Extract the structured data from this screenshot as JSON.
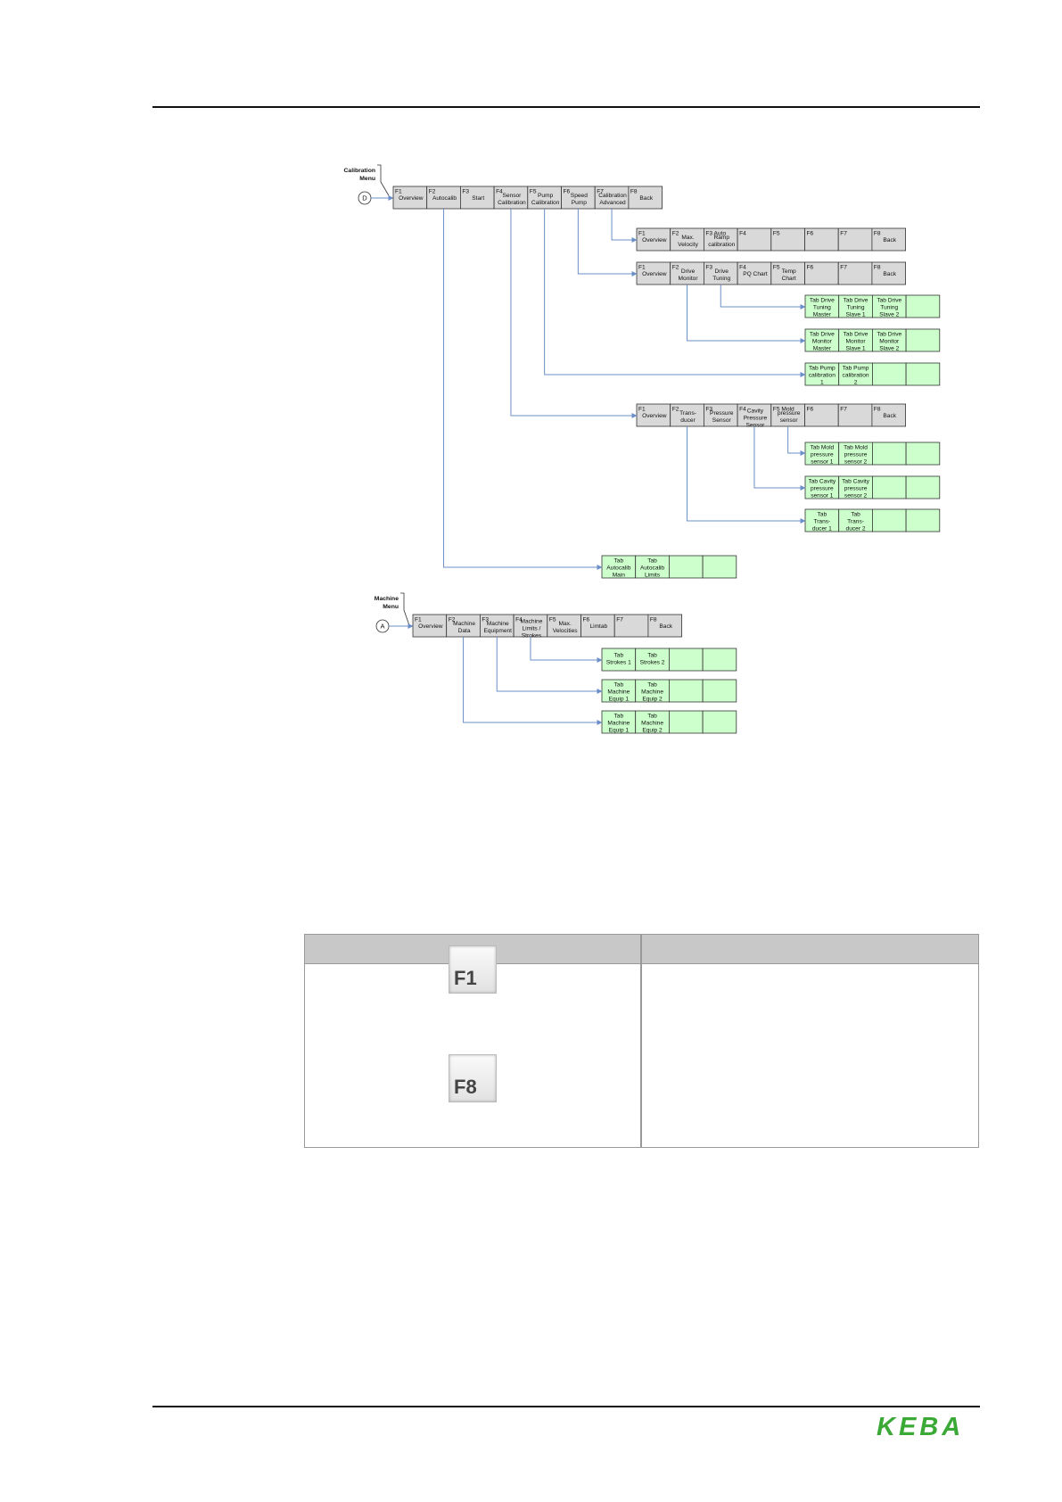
{
  "calibration": {
    "label": [
      "Calibration",
      "Menu"
    ],
    "connector": "D",
    "main": [
      [
        "F1",
        "Overview"
      ],
      [
        "F2",
        "Autocalib"
      ],
      [
        "F3",
        "Start"
      ],
      [
        "F4",
        "Sensor",
        "Calibration"
      ],
      [
        "F5",
        "Pump",
        "Calibration"
      ],
      [
        "F6",
        "Speed",
        "Pump"
      ],
      [
        "F7",
        "Calibration",
        "Advanced"
      ],
      [
        "F8",
        "Back"
      ]
    ],
    "advanced": [
      [
        "F1",
        "Overview"
      ],
      [
        "F2",
        "Max.",
        "Velocity"
      ],
      [
        "F3 Auto",
        "Ramp",
        "calibration"
      ],
      [
        "F4"
      ],
      [
        "F5"
      ],
      [
        "F6"
      ],
      [
        "F7"
      ],
      [
        "F8",
        "Back"
      ]
    ],
    "speed_pump": [
      [
        "F1",
        "Overview"
      ],
      [
        "F2",
        "Drive",
        "Monitor"
      ],
      [
        "F3",
        "Drive",
        "Tuning"
      ],
      [
        "F4",
        "PQ Chart"
      ],
      [
        "F5",
        "Temp",
        "Chart"
      ],
      [
        "F6"
      ],
      [
        "F7"
      ],
      [
        "F8",
        "Back"
      ]
    ],
    "tabs_drive_tuning": [
      [
        "Tab Drive",
        "Tuning",
        "Master"
      ],
      [
        "Tab Drive",
        "Tuning",
        "Slave 1"
      ],
      [
        "Tab Drive",
        "Tuning",
        "Slave 2"
      ],
      []
    ],
    "tabs_drive_monitor": [
      [
        "Tab Drive",
        "Monitor",
        "Master"
      ],
      [
        "Tab Drive",
        "Monitor",
        "Slave 1"
      ],
      [
        "Tab Drive",
        "Monitor",
        "Slave 2"
      ],
      []
    ],
    "tabs_pump_calibration": [
      [
        "Tab Pump",
        "calibration",
        "1"
      ],
      [
        "Tab Pump",
        "calibration",
        "2"
      ],
      [],
      []
    ],
    "sensor": [
      [
        "F1",
        "Overview"
      ],
      [
        "F2",
        "Trans-",
        "ducer"
      ],
      [
        "F3",
        "Pressure",
        "Sensor"
      ],
      [
        "F4",
        "Cavity",
        "Pressure",
        "Sensor"
      ],
      [
        "F5 Mold",
        "pressure",
        "sensor"
      ],
      [
        "F6"
      ],
      [
        "F7"
      ],
      [
        "F8",
        "Back"
      ]
    ],
    "tabs_mold_pressure": [
      [
        "Tab Mold",
        "pressure",
        "sensor 1"
      ],
      [
        "Tab Mold",
        "pressure",
        "sensor 2"
      ],
      [],
      []
    ],
    "tabs_cavity_pressure": [
      [
        "Tab Cavity",
        "pressure",
        "sensor 1"
      ],
      [
        "Tab Cavity",
        "pressure",
        "sensor 2"
      ],
      [],
      []
    ],
    "tabs_transducer": [
      [
        "Tab",
        "Trans-",
        "ducer 1"
      ],
      [
        "Tab",
        "Trans-",
        "ducer 2"
      ],
      [],
      []
    ],
    "tabs_autocalib": [
      [
        "Tab",
        "Autocalib",
        "Main"
      ],
      [
        "Tab",
        "Autocalib",
        "Limits"
      ],
      [],
      []
    ]
  },
  "machine": {
    "label": [
      "Machine",
      "Menu"
    ],
    "connector": "A",
    "main": [
      [
        "F1",
        "Overview"
      ],
      [
        "F2",
        "Machine",
        "Data"
      ],
      [
        "F3",
        "Machine",
        "Equipment"
      ],
      [
        "F4",
        "Machine",
        "Limits /",
        "Strokes"
      ],
      [
        "F5",
        "Max.",
        "Velocities"
      ],
      [
        "F6",
        "Limtab"
      ],
      [
        "F7"
      ],
      [
        "F8",
        "Back"
      ]
    ],
    "tabs_strokes": [
      [
        "Tab",
        "Strokes 1"
      ],
      [
        "Tab",
        "Strokes 2"
      ],
      [],
      []
    ],
    "tabs_equipment": [
      [
        "Tab",
        "Machine",
        "Equip 1"
      ],
      [
        "Tab",
        "Machine",
        "Equip 2"
      ],
      [],
      []
    ],
    "tabs_data": [
      [
        "Tab",
        "Machine",
        "Equip 1"
      ],
      [
        "Tab",
        "Machine",
        "Equip 2"
      ],
      [],
      []
    ]
  },
  "keys_table": {
    "key1": "F1",
    "key2": "F8"
  },
  "footer": {
    "logo": "KEBA"
  },
  "colors": {
    "menu_fill": "#d9d9d9",
    "tab_fill": "#ccffcc",
    "line": "#6a8fc8",
    "logo": "#3aa935"
  }
}
